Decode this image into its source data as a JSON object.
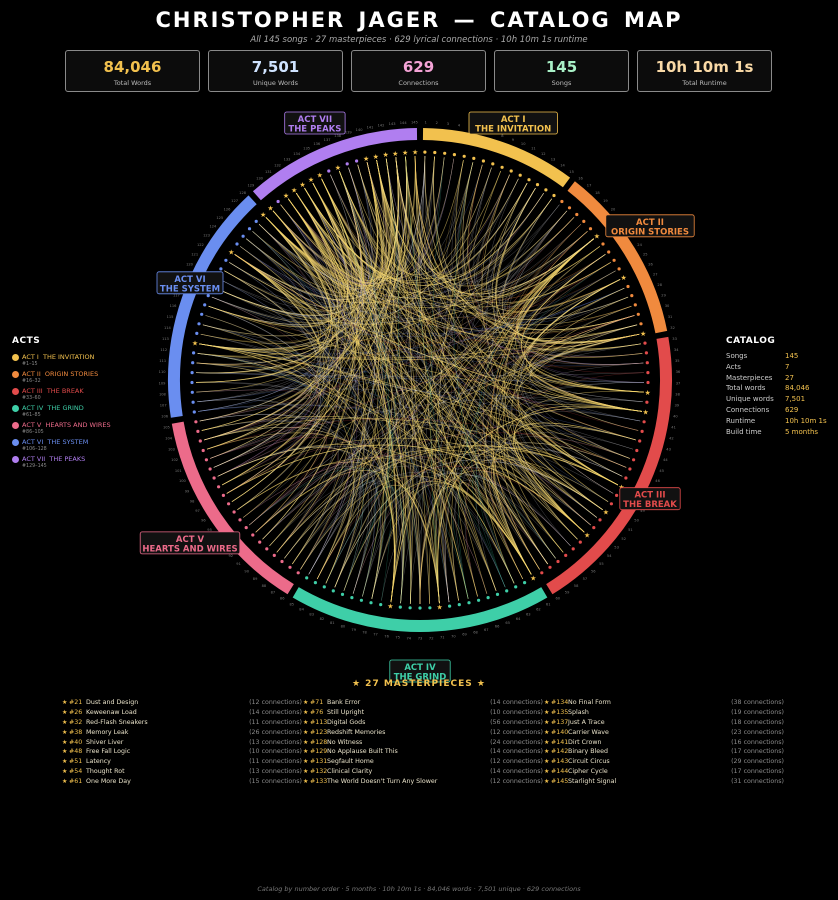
{
  "header": {
    "title": "CHRISTOPHER  JAGER  —  CATALOG  MAP",
    "subtitle": "All 145 songs · 27 masterpieces · 629 lyrical connections · 10h 10m 1s runtime"
  },
  "stats": [
    {
      "value": "84,046",
      "label": "Total Words",
      "color": "#f2c14e"
    },
    {
      "value": "7,501",
      "label": "Unique Words",
      "color": "#cfe3ff"
    },
    {
      "value": "629",
      "label": "Connections",
      "color": "#f4a3d6"
    },
    {
      "value": "145",
      "label": "Songs",
      "color": "#a9f1c7"
    },
    {
      "value": "10h 10m 1s",
      "label": "Total Runtime",
      "color": "#f9d9a6"
    }
  ],
  "acts_legend": {
    "heading": "ACTS",
    "items": [
      {
        "num": "ACT I",
        "name": "THE INVITATION",
        "range": "#1–15",
        "color": "#f2c14e"
      },
      {
        "num": "ACT II",
        "name": "ORIGIN STORIES",
        "range": "#16–32",
        "color": "#f08a3e"
      },
      {
        "num": "ACT III",
        "name": "THE BREAK",
        "range": "#33–60",
        "color": "#e24b4b"
      },
      {
        "num": "ACT IV",
        "name": "THE GRIND",
        "range": "#61–85",
        "color": "#3ecfa8"
      },
      {
        "num": "ACT V",
        "name": "HEARTS AND WIRES",
        "range": "#86–105",
        "color": "#ec6b8a"
      },
      {
        "num": "ACT VI",
        "name": "THE SYSTEM",
        "range": "#106–128",
        "color": "#6a8ef0"
      },
      {
        "num": "ACT VII",
        "name": "THE PEAKS",
        "range": "#129–145",
        "color": "#b07ef0"
      }
    ]
  },
  "ring_labels": [
    {
      "line1": "ACT I",
      "line2": "THE INVITATION"
    },
    {
      "line1": "ACT II",
      "line2": "ORIGIN STORIES"
    },
    {
      "line1": "ACT III",
      "line2": "THE BREAK"
    },
    {
      "line1": "ACT IV",
      "line2": "THE GRIND"
    },
    {
      "line1": "ACT V",
      "line2": "HEARTS AND WIRES"
    },
    {
      "line1": "ACT VI",
      "line2": "THE SYSTEM"
    },
    {
      "line1": "ACT VII",
      "line2": "THE PEAKS"
    }
  ],
  "catalog": {
    "heading": "CATALOG",
    "rows": [
      {
        "k": "Songs",
        "v": "145"
      },
      {
        "k": "Acts",
        "v": "7"
      },
      {
        "k": "Masterpieces",
        "v": "27"
      },
      {
        "k": "Total words",
        "v": "84,046"
      },
      {
        "k": "Unique words",
        "v": "7,501"
      },
      {
        "k": "Connections",
        "v": "629"
      },
      {
        "k": "Runtime",
        "v": "10h 10m 1s"
      },
      {
        "k": "Build time",
        "v": "5 months"
      }
    ]
  },
  "masterpieces": {
    "heading": "★  27  MASTERPIECES  ★",
    "columns": [
      [
        {
          "num": "#21",
          "name": "Dust and Design",
          "conn": "(12 connections)"
        },
        {
          "num": "#26",
          "name": "Keweenaw Load",
          "conn": "(14 connections)"
        },
        {
          "num": "#32",
          "name": "Red-Flash Sneakers",
          "conn": "(11 connections)"
        },
        {
          "num": "#38",
          "name": "Memory Leak",
          "conn": "(26 connections)"
        },
        {
          "num": "#40",
          "name": "Shiver Liver",
          "conn": "(13 connections)"
        },
        {
          "num": "#48",
          "name": "Free Fall Logic",
          "conn": "(10 connections)"
        },
        {
          "num": "#51",
          "name": "Latency",
          "conn": "(11 connections)"
        },
        {
          "num": "#54",
          "name": "Thought Rot",
          "conn": "(13 connections)"
        },
        {
          "num": "#61",
          "name": "One More Day",
          "conn": "(15 connections)"
        }
      ],
      [
        {
          "num": "#71",
          "name": "Bank Error",
          "conn": "(14 connections)"
        },
        {
          "num": "#76",
          "name": "Still Upright",
          "conn": "(10 connections)"
        },
        {
          "num": "#113",
          "name": "Digital Gods",
          "conn": "(56 connections)"
        },
        {
          "num": "#123",
          "name": "Redshift Memories",
          "conn": "(12 connections)"
        },
        {
          "num": "#128",
          "name": "No Witness",
          "conn": "(24 connections)"
        },
        {
          "num": "#129",
          "name": "No Applause Built This",
          "conn": "(14 connections)"
        },
        {
          "num": "#131",
          "name": "Segfault Home",
          "conn": "(12 connections)"
        },
        {
          "num": "#132",
          "name": "Clinical Clarity",
          "conn": "(14 connections)"
        },
        {
          "num": "#133",
          "name": "The World Doesn't Turn Any Slower",
          "conn": "(12 connections)"
        }
      ],
      [
        {
          "num": "#134",
          "name": "No Final Form",
          "conn": "(38 connections)"
        },
        {
          "num": "#135",
          "name": "Splash",
          "conn": "(19 connections)"
        },
        {
          "num": "#137",
          "name": "Just A Trace",
          "conn": "(18 connections)"
        },
        {
          "num": "#140",
          "name": "Carrier Wave",
          "conn": "(23 connections)"
        },
        {
          "num": "#141",
          "name": "Dirt Crown",
          "conn": "(16 connections)"
        },
        {
          "num": "#142",
          "name": "Binary Bleed",
          "conn": "(17 connections)"
        },
        {
          "num": "#143",
          "name": "Circuit Circus",
          "conn": "(29 connections)"
        },
        {
          "num": "#144",
          "name": "Cipher Cycle",
          "conn": "(17 connections)"
        },
        {
          "num": "#145",
          "name": "Starlight Signal",
          "conn": "(31 connections)"
        }
      ]
    ]
  },
  "footer": "Catalog by number order  ·  5 months  ·  10h 10m 1s  ·  84,046 words  ·  7,501 unique  ·  629 connections",
  "chart_data": {
    "type": "chord",
    "nodes": 145,
    "connections": 629,
    "masterpiece_songs": [
      21,
      26,
      32,
      38,
      40,
      48,
      51,
      54,
      61,
      71,
      76,
      113,
      123,
      128,
      129,
      131,
      132,
      133,
      134,
      135,
      137,
      140,
      141,
      142,
      143,
      144,
      145
    ],
    "acts": [
      {
        "label": "ACT I",
        "start": 1,
        "end": 15,
        "color": "#f2c14e"
      },
      {
        "label": "ACT II",
        "start": 16,
        "end": 32,
        "color": "#f08a3e"
      },
      {
        "label": "ACT III",
        "start": 33,
        "end": 60,
        "color": "#e24b4b"
      },
      {
        "label": "ACT IV",
        "start": 61,
        "end": 85,
        "color": "#3ecfa8"
      },
      {
        "label": "ACT V",
        "start": 86,
        "end": 105,
        "color": "#ec6b8a"
      },
      {
        "label": "ACT VI",
        "start": 106,
        "end": 128,
        "color": "#6a8ef0"
      },
      {
        "label": "ACT VII",
        "start": 129,
        "end": 145,
        "color": "#b07ef0"
      }
    ]
  }
}
